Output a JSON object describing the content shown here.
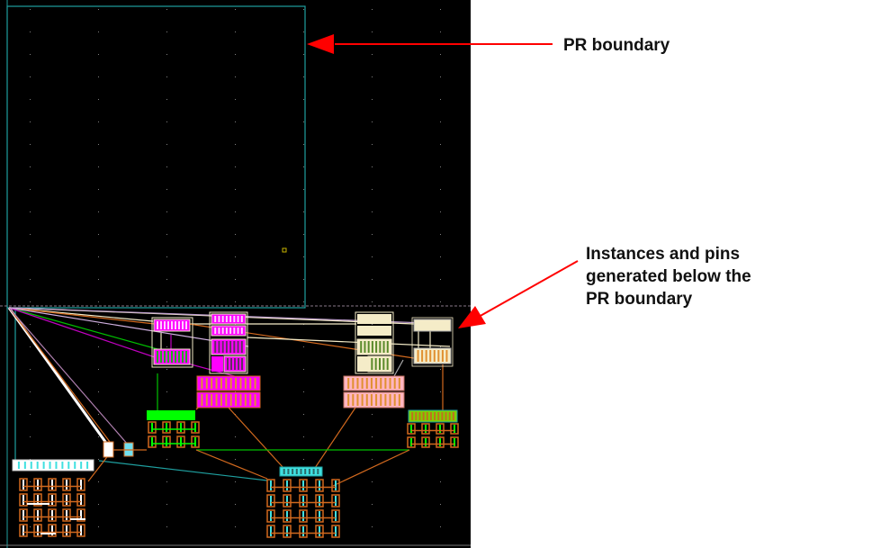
{
  "annotations": {
    "pr_boundary_label": "PR boundary",
    "instances_label_lines": [
      "Instances and pins",
      "generated below the",
      "PR boundary"
    ]
  },
  "colors": {
    "background": "#000000",
    "page": "#ffffff",
    "arrow": "#ff0000",
    "boundary": "#1fa0a0",
    "magenta": "#ff00ff",
    "green": "#00ff00",
    "orange": "#d2691e",
    "cream": "#f5ecc8",
    "pink": "#ffb6c1",
    "cyan": "#40e0e0",
    "olive": "#7fcf00",
    "white": "#ffffff",
    "purple": "#b060b0",
    "grid_dot": "#808080"
  },
  "layout_view": {
    "regions": [
      "pr-boundary",
      "generated-instances-area"
    ],
    "instance_groups": [
      {
        "name": "magenta-cells-left",
        "color": "magenta"
      },
      {
        "name": "magenta-cells-center",
        "color": "magenta"
      },
      {
        "name": "magenta-large-cell",
        "color": "magenta"
      },
      {
        "name": "cream-cells-right",
        "color": "cream"
      },
      {
        "name": "cream-cells-far-right",
        "color": "cream"
      },
      {
        "name": "pink-large-cell",
        "color": "pink"
      },
      {
        "name": "green-cell-left",
        "color": "green"
      },
      {
        "name": "olive-cell-right",
        "color": "olive"
      },
      {
        "name": "cyan-cell-bottom",
        "color": "cyan"
      },
      {
        "name": "white-cell-left",
        "color": "white"
      },
      {
        "name": "pin-white",
        "color": "white"
      },
      {
        "name": "pin-cyan",
        "color": "cyan"
      },
      {
        "name": "yellow-pin-marker",
        "color": "#c8b400"
      }
    ]
  }
}
